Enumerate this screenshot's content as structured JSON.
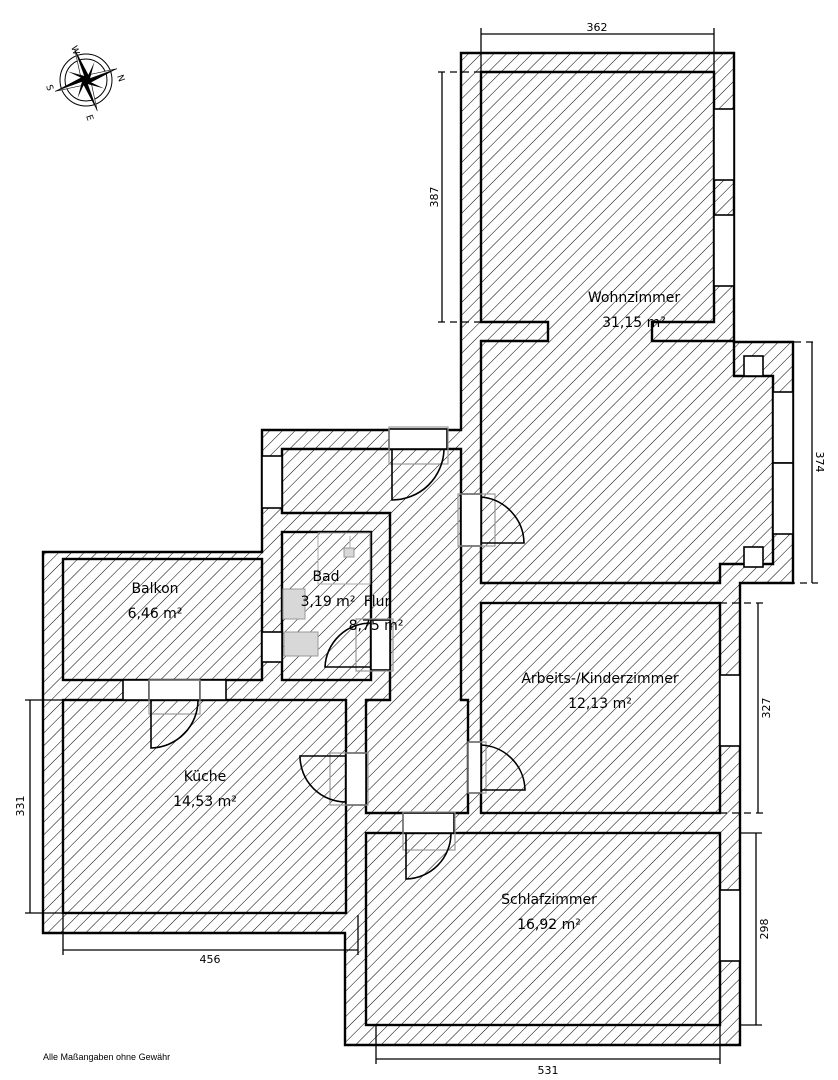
{
  "compass": {
    "labels": {
      "north": "N",
      "east": "E",
      "south": "S",
      "west": "W"
    }
  },
  "rooms": [
    {
      "id": "wohnzimmer",
      "name": "Wohnzimmer",
      "area": "31,15 m²"
    },
    {
      "id": "bad",
      "name": "Bad",
      "area": "3,19 m²"
    },
    {
      "id": "flur",
      "name": "Flur",
      "area": "8,75 m²"
    },
    {
      "id": "balkon",
      "name": "Balkon",
      "area": "6,46 m²"
    },
    {
      "id": "kueche",
      "name": "Küche",
      "area": "14,53 m²"
    },
    {
      "id": "arbeits_kinderzimmer",
      "name": "Arbeits-/Kinderzimmer",
      "area": "12,13 m²"
    },
    {
      "id": "schlafzimmer",
      "name": "Schlafzimmer",
      "area": "16,92 m²"
    }
  ],
  "dimensions": {
    "wohnzimmer_width": "362",
    "wohnzimmer_depth": "387",
    "bay_window_height": "374",
    "arbeitszimmer_height": "327",
    "kueche_height": "331",
    "kueche_width": "456",
    "schlafzimmer_height": "298",
    "schlafzimmer_width": "531"
  },
  "footer": {
    "disclaimer": "Alle Maßangaben ohne Gewähr"
  }
}
